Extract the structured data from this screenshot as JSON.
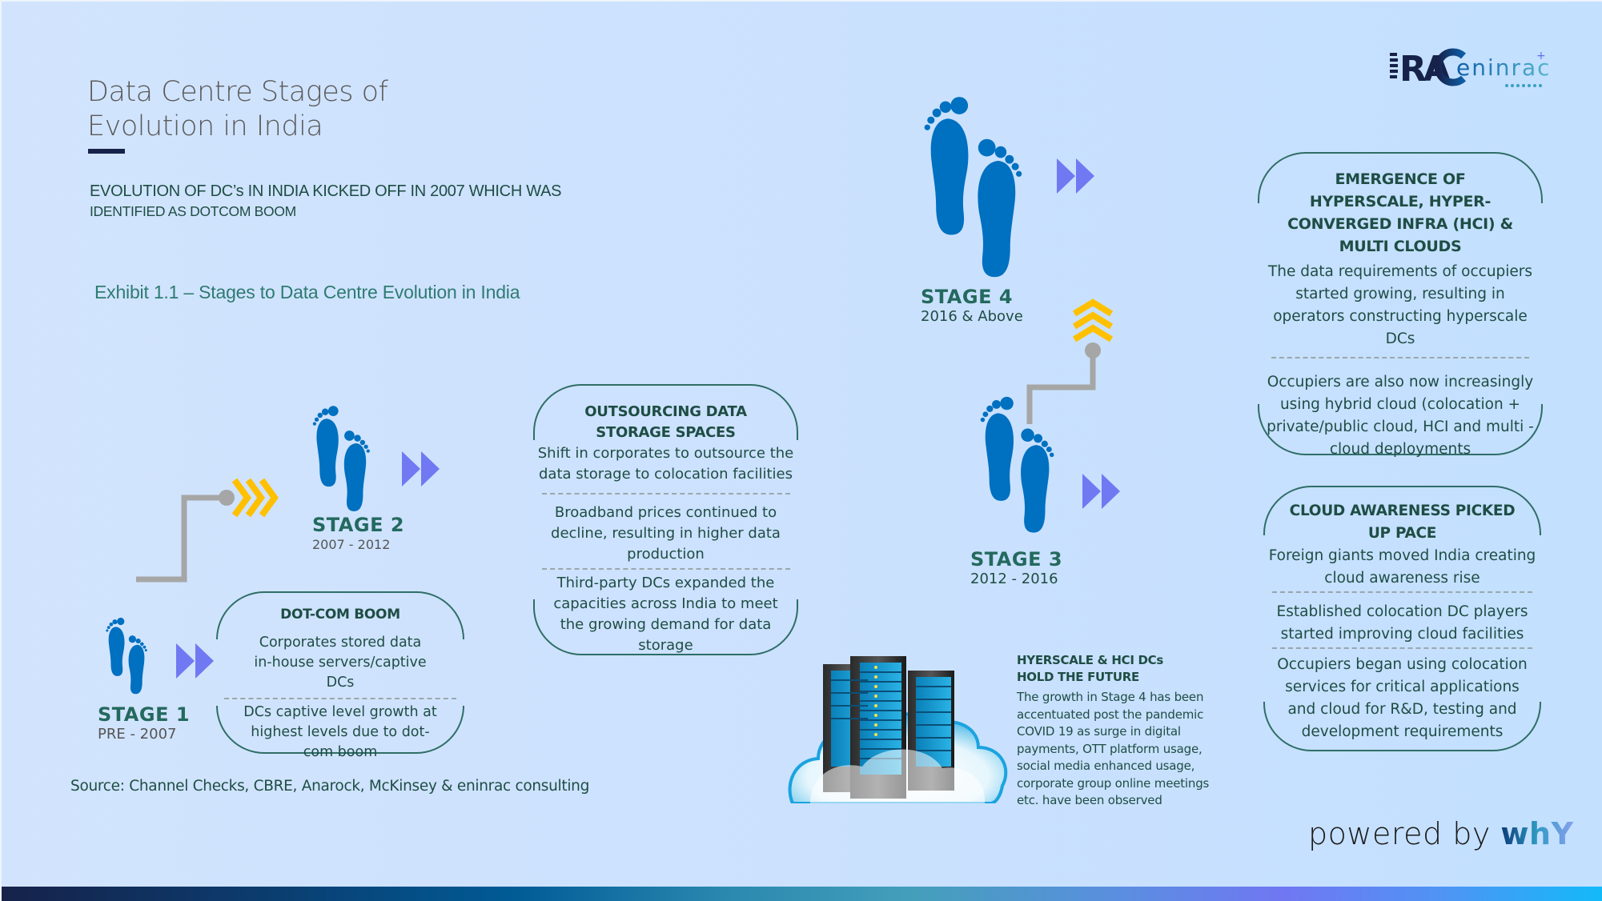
{
  "header": {
    "title_line1": "Data Centre Stages of",
    "title_line2": "Evolution in India",
    "subheading_line1": "EVOLUTION OF DC’s IN INDIA KICKED OFF IN 2007  WHICH WAS",
    "subheading_line2": "IDENTIFIED AS DOTCOM BOOM",
    "exhibit": "Exhibit 1.1 – Stages to Data Centre Evolution in India"
  },
  "logo": {
    "mark": "RAC",
    "wordmark": "eninrac"
  },
  "stages": [
    {
      "label": "STAGE 1",
      "period": "PRE - 2007"
    },
    {
      "label": "STAGE 2",
      "period": "2007  -  2012"
    },
    {
      "label": "STAGE 3",
      "period": "2012 - 2016"
    },
    {
      "label": "STAGE 4",
      "period": "2016 & Above"
    }
  ],
  "boxes": {
    "dotcom": {
      "heading": "DOT-COM BOOM",
      "points": [
        "Corporates stored data in-house servers/captive DCs",
        "DCs captive level growth at highest levels due to dot-com boom"
      ]
    },
    "outsourcing": {
      "heading": "OUTSOURCING DATA STORAGE SPACES",
      "points": [
        "Shift in corporates to outsource the data storage to colocation facilities",
        "Broadband prices continued to decline, resulting in higher data production",
        "Third-party DCs expanded the capacities across India to meet the growing demand for data storage"
      ]
    },
    "cloud": {
      "heading": "CLOUD AWARENESS PICKED UP PACE",
      "points": [
        "Foreign giants moved India creating cloud awareness rise",
        "Established colocation DC players started improving cloud facilities",
        "Occupiers began using colocation services for critical applications and cloud for R&D, testing and development requirements"
      ]
    },
    "hyperscale": {
      "heading": "EMERGENCE OF HYPERSCALE, HYPER-CONVERGED INFRA (HCI) & MULTI CLOUDS",
      "points": [
        "The data requirements of occupiers started growing, resulting in operators constructing hyperscale DCs",
        "Occupiers are also now increasingly using hybrid cloud (colocation + private/public cloud, HCI and multi -cloud deployments"
      ]
    }
  },
  "future": {
    "heading": "HYERSCALE & HCI DCs HOLD THE FUTURE",
    "body": "The growth in Stage 4 has been accentuated post the pandemic COVID 19 as surge in digital payments, OTT platform usage, social media enhanced usage, corporate group online meetings etc. have been observed"
  },
  "source": "Source: Channel Checks, CBRE, Anarock, McKinsey & eninrac consulting",
  "footer": {
    "powered_by": "powered by",
    "brand": "whY"
  },
  "colors": {
    "background": "#cbe1fe",
    "foot_blue": "#0070c0",
    "arrow_purple": "#7079f2",
    "chevron_yellow": "#ffc000",
    "connector_gray": "#a6a6a6",
    "heading_green": "#1e4d44",
    "navy": "#16224a"
  },
  "icons": {
    "feet": "footprints-icon",
    "arrows": "fast-forward-icon",
    "chevrons": "chevron-arrows-icon",
    "servers": "server-cloud-illustration"
  }
}
